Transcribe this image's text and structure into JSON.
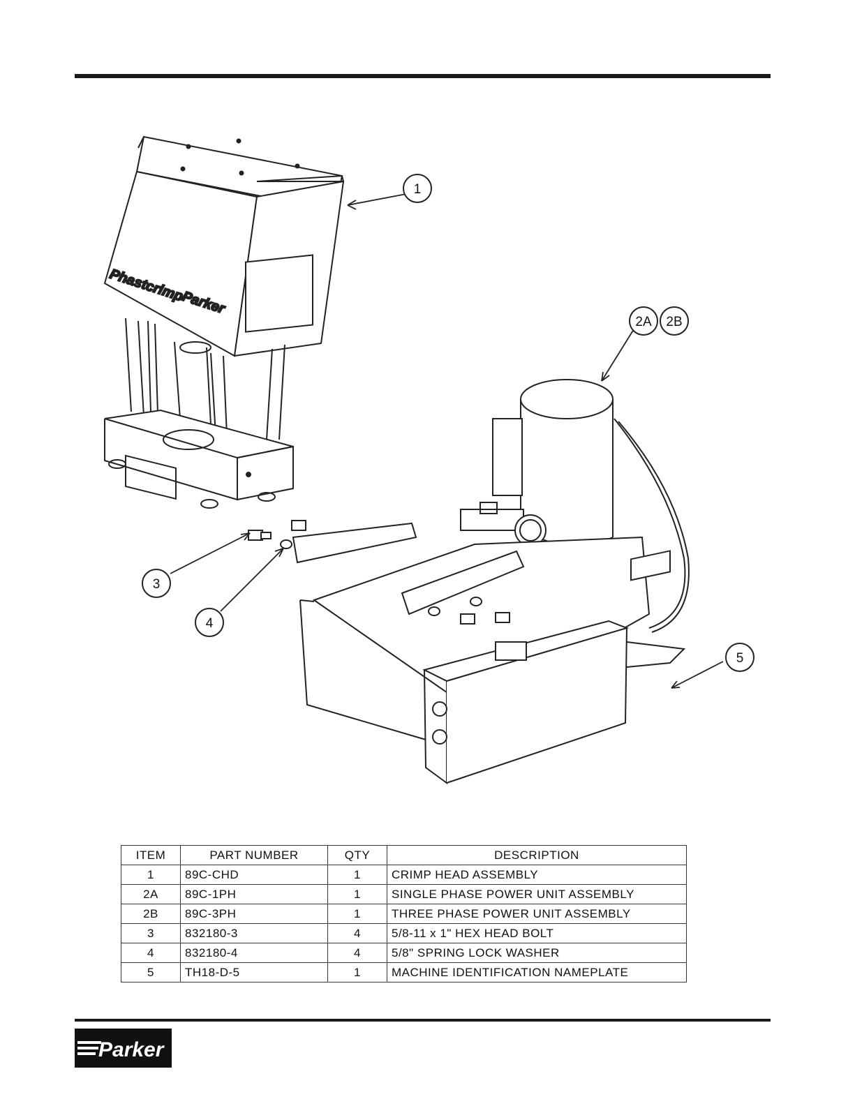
{
  "drawing": {
    "callouts": [
      "1",
      "2A",
      "2B",
      "3",
      "4",
      "5"
    ],
    "brand_head": "Parker",
    "product_head": "Phastcrimp"
  },
  "parts_table": {
    "headers": [
      "ITEM",
      "PART NUMBER",
      "QTY",
      "DESCRIPTION"
    ],
    "rows": [
      {
        "item": "1",
        "part": "89C-CHD",
        "qty": "1",
        "desc": "CRIMP HEAD ASSEMBLY"
      },
      {
        "item": "2A",
        "part": "89C-1PH",
        "qty": "1",
        "desc": "SINGLE PHASE POWER UNIT ASSEMBLY"
      },
      {
        "item": "2B",
        "part": "89C-3PH",
        "qty": "1",
        "desc": "THREE PHASE POWER UNIT ASSEMBLY"
      },
      {
        "item": "3",
        "part": "832180-3",
        "qty": "4",
        "desc": "5/8-11 x 1\" HEX HEAD BOLT"
      },
      {
        "item": "4",
        "part": "832180-4",
        "qty": "4",
        "desc": "5/8\" SPRING LOCK WASHER"
      },
      {
        "item": "5",
        "part": "TH18-D-5",
        "qty": "1",
        "desc": "MACHINE IDENTIFICATION NAMEPLATE"
      }
    ]
  },
  "footer": {
    "logo": "Parker"
  }
}
